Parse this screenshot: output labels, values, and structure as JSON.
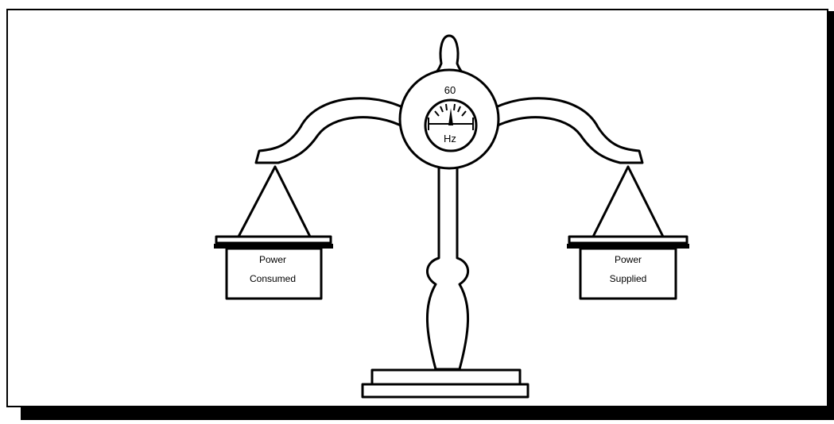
{
  "diagram": {
    "gauge": {
      "value_label": "60",
      "unit_label": "Hz"
    },
    "left_pan": {
      "label_line1": "Power",
      "label_line2": "Consumed"
    },
    "right_pan": {
      "label_line1": "Power",
      "label_line2": "Supplied"
    }
  }
}
